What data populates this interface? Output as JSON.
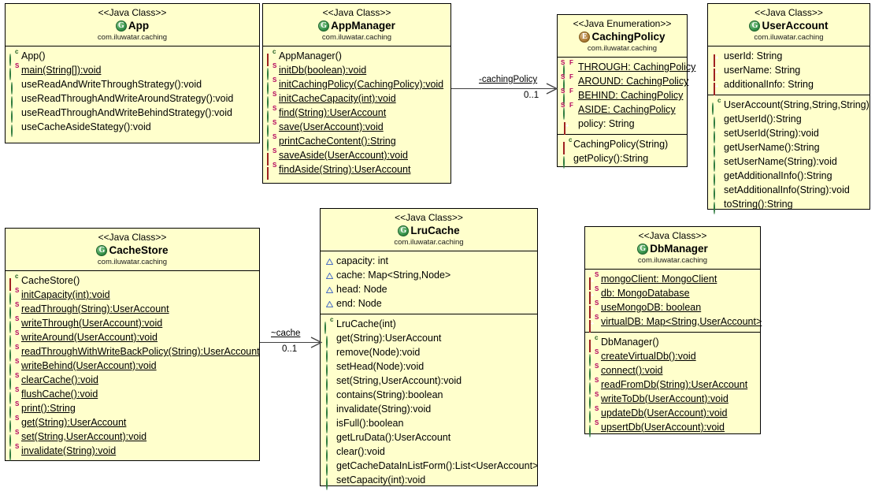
{
  "diagram": {
    "title": "Caching pattern UML class diagram",
    "package": "com.iluwatar.caching",
    "box_fill": "#ffffcc",
    "border_color": "#000000"
  },
  "classes": [
    {
      "id": "app",
      "stereotype": "<<Java Class>>",
      "name": "App",
      "kind_icon": "class-icon",
      "kind_letter": "G",
      "package": "com.iluwatar.caching",
      "fields": [],
      "methods": [
        {
          "icon": "public-constructor-icon",
          "vis": "public",
          "marker": "c",
          "static": false,
          "text": "App()"
        },
        {
          "icon": "public-static-method-icon",
          "vis": "public",
          "marker": "s",
          "static": true,
          "text": "main(String[]):void"
        },
        {
          "icon": "public-method-icon",
          "vis": "public",
          "marker": "",
          "static": false,
          "text": "useReadAndWriteThroughStrategy():void"
        },
        {
          "icon": "public-method-icon",
          "vis": "public",
          "marker": "",
          "static": false,
          "text": "useReadThroughAndWriteAroundStrategy():void"
        },
        {
          "icon": "public-method-icon",
          "vis": "public",
          "marker": "",
          "static": false,
          "text": "useReadThroughAndWriteBehindStrategy():void"
        },
        {
          "icon": "public-method-icon",
          "vis": "public",
          "marker": "",
          "static": false,
          "text": "useCacheAsideStategy():void"
        }
      ]
    },
    {
      "id": "appmanager",
      "stereotype": "<<Java Class>>",
      "name": "AppManager",
      "kind_icon": "class-icon",
      "kind_letter": "G",
      "package": "com.iluwatar.caching",
      "fields": [],
      "methods": [
        {
          "icon": "private-constructor-icon",
          "vis": "private",
          "marker": "c",
          "static": false,
          "text": "AppManager()"
        },
        {
          "icon": "public-static-method-icon",
          "vis": "public",
          "marker": "s",
          "static": true,
          "text": "initDb(boolean):void"
        },
        {
          "icon": "public-static-method-icon",
          "vis": "public",
          "marker": "s",
          "static": true,
          "text": "initCachingPolicy(CachingPolicy):void"
        },
        {
          "icon": "public-static-method-icon",
          "vis": "public",
          "marker": "s",
          "static": true,
          "text": "initCacheCapacity(int):void"
        },
        {
          "icon": "public-static-method-icon",
          "vis": "public",
          "marker": "s",
          "static": true,
          "text": "find(String):UserAccount"
        },
        {
          "icon": "public-static-method-icon",
          "vis": "public",
          "marker": "s",
          "static": true,
          "text": "save(UserAccount):void"
        },
        {
          "icon": "public-static-method-icon",
          "vis": "public",
          "marker": "s",
          "static": true,
          "text": "printCacheContent():String"
        },
        {
          "icon": "private-static-method-icon",
          "vis": "private",
          "marker": "s",
          "static": true,
          "text": "saveAside(UserAccount):void"
        },
        {
          "icon": "private-static-method-icon",
          "vis": "private",
          "marker": "s",
          "static": true,
          "text": "findAside(String):UserAccount"
        }
      ]
    },
    {
      "id": "cachingpolicy",
      "stereotype": "<<Java Enumeration>>",
      "name": "CachingPolicy",
      "kind_icon": "enum-icon",
      "kind_letter": "E",
      "package": "com.iluwatar.caching",
      "fields": [
        {
          "icon": "public-static-final-field-icon",
          "vis": "public",
          "marker": "sf",
          "static": true,
          "text": "THROUGH: CachingPolicy"
        },
        {
          "icon": "public-static-final-field-icon",
          "vis": "public",
          "marker": "sf",
          "static": true,
          "text": "AROUND: CachingPolicy"
        },
        {
          "icon": "public-static-final-field-icon",
          "vis": "public",
          "marker": "sf",
          "static": true,
          "text": "BEHIND: CachingPolicy"
        },
        {
          "icon": "public-static-final-field-icon",
          "vis": "public",
          "marker": "sf",
          "static": true,
          "text": "ASIDE: CachingPolicy"
        },
        {
          "icon": "private-field-icon",
          "vis": "private-field",
          "marker": "",
          "static": false,
          "text": "policy: String"
        }
      ],
      "methods": [
        {
          "icon": "private-constructor-icon",
          "vis": "private",
          "marker": "c",
          "static": false,
          "text": "CachingPolicy(String)"
        },
        {
          "icon": "public-method-icon",
          "vis": "public",
          "marker": "",
          "static": false,
          "text": "getPolicy():String"
        }
      ]
    },
    {
      "id": "useraccount",
      "stereotype": "<<Java Class>>",
      "name": "UserAccount",
      "kind_icon": "class-icon",
      "kind_letter": "G",
      "package": "com.iluwatar.caching",
      "fields": [
        {
          "icon": "private-field-icon",
          "vis": "private-field",
          "marker": "",
          "static": false,
          "text": "userId: String"
        },
        {
          "icon": "private-field-icon",
          "vis": "private-field",
          "marker": "",
          "static": false,
          "text": "userName: String"
        },
        {
          "icon": "private-field-icon",
          "vis": "private-field",
          "marker": "",
          "static": false,
          "text": "additionalInfo: String"
        }
      ],
      "methods": [
        {
          "icon": "public-constructor-icon",
          "vis": "public",
          "marker": "c",
          "static": false,
          "text": "UserAccount(String,String,String)"
        },
        {
          "icon": "public-method-icon",
          "vis": "public",
          "marker": "",
          "static": false,
          "text": "getUserId():String"
        },
        {
          "icon": "public-method-icon",
          "vis": "public",
          "marker": "",
          "static": false,
          "text": "setUserId(String):void"
        },
        {
          "icon": "public-method-icon",
          "vis": "public",
          "marker": "",
          "static": false,
          "text": "getUserName():String"
        },
        {
          "icon": "public-method-icon",
          "vis": "public",
          "marker": "",
          "static": false,
          "text": "setUserName(String):void"
        },
        {
          "icon": "public-method-icon",
          "vis": "public",
          "marker": "",
          "static": false,
          "text": "getAdditionalInfo():String"
        },
        {
          "icon": "public-method-icon",
          "vis": "public",
          "marker": "",
          "static": false,
          "text": "setAdditionalInfo(String):void"
        },
        {
          "icon": "public-method-icon",
          "vis": "public",
          "marker": "",
          "static": false,
          "text": "toString():String"
        }
      ]
    },
    {
      "id": "cachestore",
      "stereotype": "<<Java Class>>",
      "name": "CacheStore",
      "kind_icon": "class-icon",
      "kind_letter": "G",
      "package": "com.iluwatar.caching",
      "fields": [],
      "methods": [
        {
          "icon": "private-constructor-icon",
          "vis": "private",
          "marker": "c",
          "static": false,
          "text": "CacheStore()"
        },
        {
          "icon": "public-static-method-icon",
          "vis": "public",
          "marker": "s",
          "static": true,
          "text": "initCapacity(int):void"
        },
        {
          "icon": "public-static-method-icon",
          "vis": "public",
          "marker": "s",
          "static": true,
          "text": "readThrough(String):UserAccount"
        },
        {
          "icon": "public-static-method-icon",
          "vis": "public",
          "marker": "s",
          "static": true,
          "text": "writeThrough(UserAccount):void"
        },
        {
          "icon": "public-static-method-icon",
          "vis": "public",
          "marker": "s",
          "static": true,
          "text": "writeAround(UserAccount):void"
        },
        {
          "icon": "public-static-method-icon",
          "vis": "public",
          "marker": "s",
          "static": true,
          "text": "readThroughWithWriteBackPolicy(String):UserAccount"
        },
        {
          "icon": "public-static-method-icon",
          "vis": "public",
          "marker": "s",
          "static": true,
          "text": "writeBehind(UserAccount):void"
        },
        {
          "icon": "public-static-method-icon",
          "vis": "public",
          "marker": "s",
          "static": true,
          "text": "clearCache():void"
        },
        {
          "icon": "public-static-method-icon",
          "vis": "public",
          "marker": "s",
          "static": true,
          "text": "flushCache():void"
        },
        {
          "icon": "public-static-method-icon",
          "vis": "public",
          "marker": "s",
          "static": true,
          "text": "print():String"
        },
        {
          "icon": "public-static-method-icon",
          "vis": "public",
          "marker": "s",
          "static": true,
          "text": "get(String):UserAccount"
        },
        {
          "icon": "public-static-method-icon",
          "vis": "public",
          "marker": "s",
          "static": true,
          "text": "set(String,UserAccount):void"
        },
        {
          "icon": "public-static-method-icon",
          "vis": "public",
          "marker": "s",
          "static": true,
          "text": "invalidate(String):void"
        }
      ]
    },
    {
      "id": "lrucache",
      "stereotype": "<<Java Class>>",
      "name": "LruCache",
      "kind_icon": "class-icon",
      "kind_letter": "G",
      "package": "com.iluwatar.caching",
      "fields": [
        {
          "icon": "package-field-icon",
          "vis": "package-field",
          "marker": "",
          "static": false,
          "text": "capacity: int"
        },
        {
          "icon": "package-field-icon",
          "vis": "package-field",
          "marker": "",
          "static": false,
          "text": "cache: Map<String,Node>"
        },
        {
          "icon": "package-field-icon",
          "vis": "package-field",
          "marker": "",
          "static": false,
          "text": "head: Node"
        },
        {
          "icon": "package-field-icon",
          "vis": "package-field",
          "marker": "",
          "static": false,
          "text": "end: Node"
        }
      ],
      "methods": [
        {
          "icon": "public-constructor-icon",
          "vis": "public",
          "marker": "c",
          "static": false,
          "text": "LruCache(int)"
        },
        {
          "icon": "public-method-icon",
          "vis": "public",
          "marker": "",
          "static": false,
          "text": "get(String):UserAccount"
        },
        {
          "icon": "public-method-icon",
          "vis": "public",
          "marker": "",
          "static": false,
          "text": "remove(Node):void"
        },
        {
          "icon": "public-method-icon",
          "vis": "public",
          "marker": "",
          "static": false,
          "text": "setHead(Node):void"
        },
        {
          "icon": "public-method-icon",
          "vis": "public",
          "marker": "",
          "static": false,
          "text": "set(String,UserAccount):void"
        },
        {
          "icon": "public-method-icon",
          "vis": "public",
          "marker": "",
          "static": false,
          "text": "contains(String):boolean"
        },
        {
          "icon": "public-method-icon",
          "vis": "public",
          "marker": "",
          "static": false,
          "text": "invalidate(String):void"
        },
        {
          "icon": "public-method-icon",
          "vis": "public",
          "marker": "",
          "static": false,
          "text": "isFull():boolean"
        },
        {
          "icon": "public-method-icon",
          "vis": "public",
          "marker": "",
          "static": false,
          "text": "getLruData():UserAccount"
        },
        {
          "icon": "public-method-icon",
          "vis": "public",
          "marker": "",
          "static": false,
          "text": "clear():void"
        },
        {
          "icon": "public-method-icon",
          "vis": "public",
          "marker": "",
          "static": false,
          "text": "getCacheDataInListForm():List<UserAccount>"
        },
        {
          "icon": "public-method-icon",
          "vis": "public",
          "marker": "",
          "static": false,
          "text": "setCapacity(int):void"
        }
      ]
    },
    {
      "id": "dbmanager",
      "stereotype": "<<Java Class>>",
      "name": "DbManager",
      "kind_icon": "class-icon",
      "kind_letter": "G",
      "package": "com.iluwatar.caching",
      "fields": [
        {
          "icon": "private-static-field-icon",
          "vis": "private-field",
          "marker": "s",
          "static": true,
          "text": "mongoClient: MongoClient"
        },
        {
          "icon": "private-static-field-icon",
          "vis": "private-field",
          "marker": "s",
          "static": true,
          "text": "db: MongoDatabase"
        },
        {
          "icon": "private-static-field-icon",
          "vis": "private-field",
          "marker": "s",
          "static": true,
          "text": "useMongoDB: boolean"
        },
        {
          "icon": "private-static-field-icon",
          "vis": "private-field",
          "marker": "s",
          "static": true,
          "text": "virtualDB: Map<String,UserAccount>"
        }
      ],
      "methods": [
        {
          "icon": "private-constructor-icon",
          "vis": "private",
          "marker": "c",
          "static": false,
          "text": "DbManager()"
        },
        {
          "icon": "public-static-method-icon",
          "vis": "public",
          "marker": "s",
          "static": true,
          "text": "createVirtualDb():void"
        },
        {
          "icon": "public-static-method-icon",
          "vis": "public",
          "marker": "s",
          "static": true,
          "text": "connect():void"
        },
        {
          "icon": "public-static-method-icon",
          "vis": "public",
          "marker": "s",
          "static": true,
          "text": "readFromDb(String):UserAccount"
        },
        {
          "icon": "public-static-method-icon",
          "vis": "public",
          "marker": "s",
          "static": true,
          "text": "writeToDb(UserAccount):void"
        },
        {
          "icon": "public-static-method-icon",
          "vis": "public",
          "marker": "s",
          "static": true,
          "text": "updateDb(UserAccount):void"
        },
        {
          "icon": "public-static-method-icon",
          "vis": "public",
          "marker": "s",
          "static": true,
          "text": "upsertDb(UserAccount):void"
        }
      ]
    }
  ],
  "associations": [
    {
      "id": "assoc-cachingpolicy",
      "label": "-cachingPolicy",
      "multiplicity": "0..1",
      "from": "appmanager",
      "to": "cachingpolicy"
    },
    {
      "id": "assoc-cache",
      "label": "~cache",
      "multiplicity": "0..1",
      "from": "cachestore",
      "to": "lrucache"
    }
  ]
}
